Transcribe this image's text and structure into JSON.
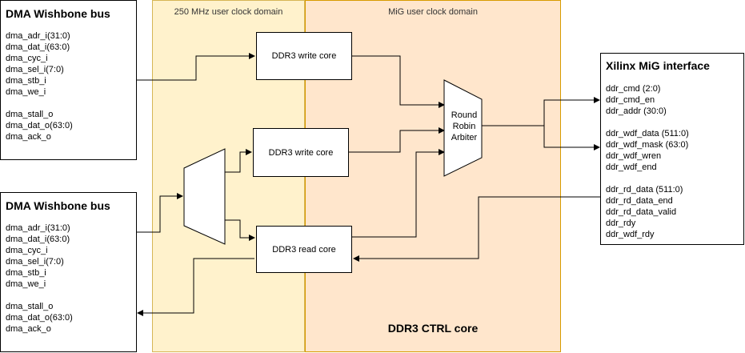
{
  "zones": {
    "clk250": "250 MHz user clock domain",
    "mig": "MiG user clock domain",
    "core": "DDR3 CTRL core"
  },
  "bus_top": {
    "title": "DMA Wishbone bus",
    "inputs": [
      "dma_adr_i(31:0)",
      "dma_dat_i(63:0)",
      "dma_cyc_i",
      "dma_sel_i(7:0)",
      "dma_stb_i",
      "dma_we_i"
    ],
    "outputs": [
      "dma_stall_o",
      "dma_dat_o(63:0)",
      "dma_ack_o"
    ]
  },
  "bus_bottom": {
    "title": "DMA Wishbone bus",
    "inputs": [
      "dma_adr_i(31:0)",
      "dma_dat_i(63:0)",
      "dma_cyc_i",
      "dma_sel_i(7:0)",
      "dma_stb_i",
      "dma_we_i"
    ],
    "outputs": [
      "dma_stall_o",
      "dma_dat_o(63:0)",
      "dma_ack_o"
    ]
  },
  "cores": {
    "write_top": "DDR3 write core",
    "write_mid": "DDR3 write core",
    "read": "DDR3 read core"
  },
  "arbiter": {
    "line1": "Round",
    "line2": "Robin",
    "line3": "Arbiter"
  },
  "mig": {
    "title": "Xilinx MiG interface",
    "group1": [
      "ddr_cmd (2:0)",
      "ddr_cmd_en",
      "ddr_addr (30:0)"
    ],
    "group2": [
      "ddr_wdf_data (511:0)",
      "ddr_wdf_mask (63:0)",
      "ddr_wdf_wren",
      "ddr_wdf_end"
    ],
    "group3": [
      "ddr_rd_data (511:0)",
      "ddr_rd_data_end",
      "ddr_rd_data_valid",
      "ddr_rdy",
      "ddr_wdf_rdy"
    ]
  }
}
